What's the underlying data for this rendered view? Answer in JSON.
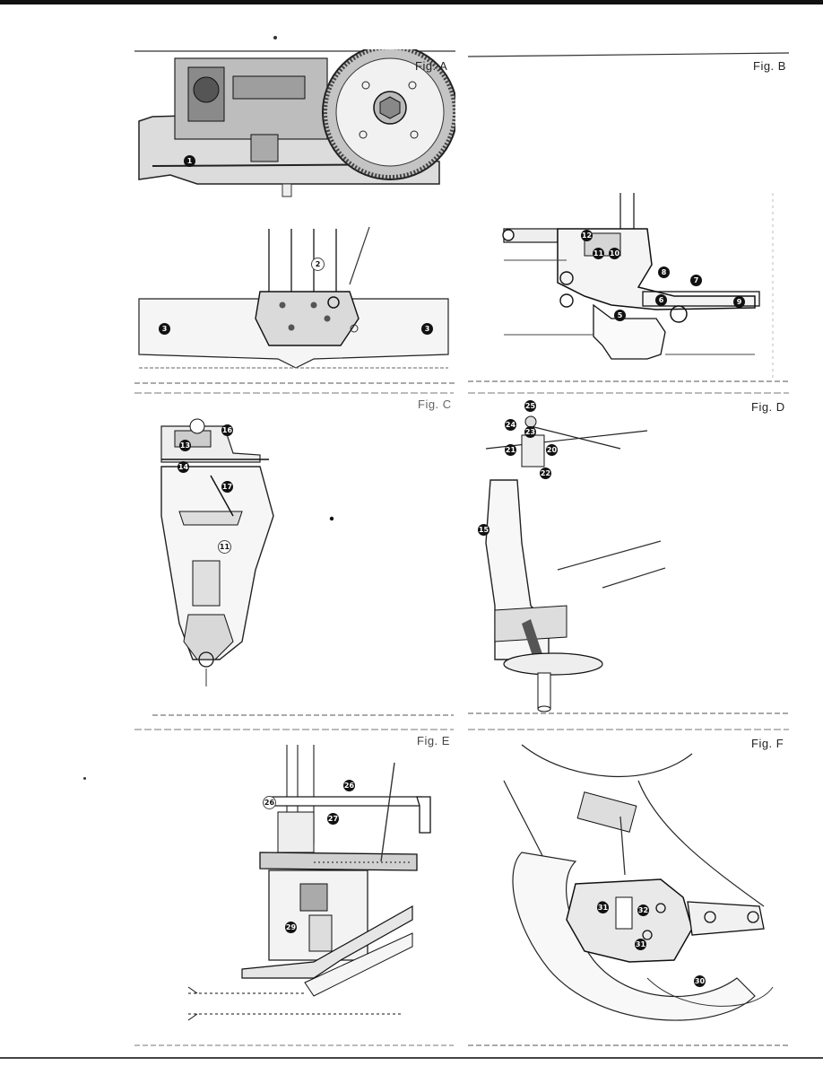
{
  "page": {
    "panels": [
      {
        "id": "a",
        "label": "Fig. A",
        "callouts": [
          "1",
          "2",
          "3",
          "3"
        ]
      },
      {
        "id": "b",
        "label": "Fig. B",
        "callouts": [
          "12",
          "11",
          "10",
          "8",
          "7",
          "6",
          "9",
          "5"
        ]
      },
      {
        "id": "c",
        "label": "Fig. C",
        "callouts": [
          "16",
          "13",
          "14",
          "17",
          "11"
        ]
      },
      {
        "id": "d",
        "label": "Fig. D",
        "callouts": [
          "25",
          "24",
          "23",
          "21",
          "20",
          "22",
          "15"
        ]
      },
      {
        "id": "e",
        "label": "Fig. E",
        "callouts": [
          "26",
          "26",
          "27",
          "29"
        ]
      },
      {
        "id": "f",
        "label": "Fig. F",
        "callouts": [
          "31",
          "32",
          "31",
          "30"
        ]
      }
    ]
  },
  "colors": {
    "ink": "#111111",
    "background": "#ffffff"
  }
}
